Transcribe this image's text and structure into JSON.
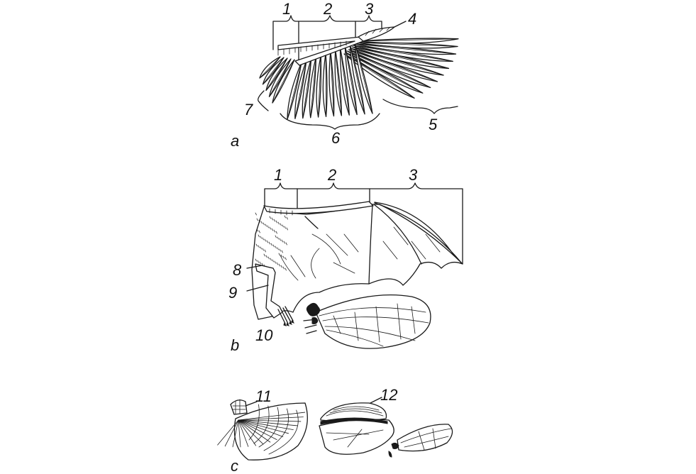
{
  "labels": {
    "bird": {
      "letter": "a",
      "n1": "1",
      "n2": "2",
      "n3": "3",
      "n4": "4",
      "n5": "5",
      "n6": "6",
      "n7": "7"
    },
    "bat": {
      "letter": "b",
      "n1": "1",
      "n2": "2",
      "n3": "3",
      "n8": "8",
      "n9": "9",
      "n10": "10"
    },
    "insect": {
      "letter": "c",
      "n11": "11",
      "n12": "12"
    }
  },
  "colors": {
    "ink": "#1a1a1a",
    "background": "#ffffff"
  }
}
